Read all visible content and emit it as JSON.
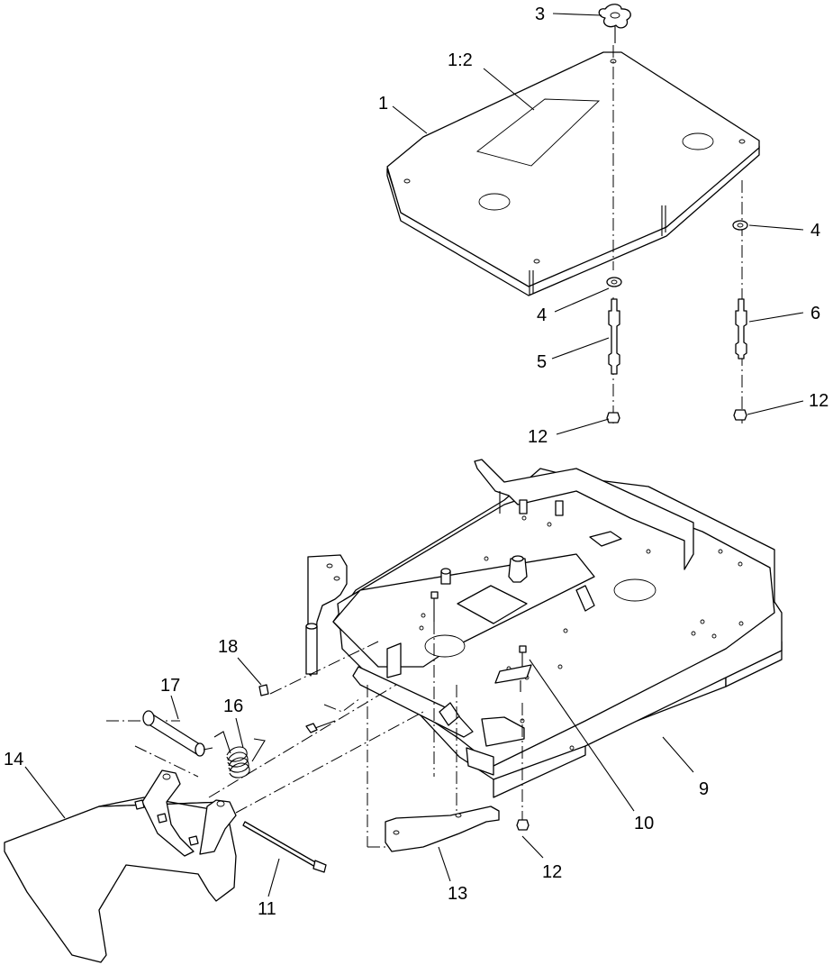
{
  "callouts": {
    "c1": "1",
    "c1_2": "1:2",
    "c3": "3",
    "c4a": "4",
    "c4b": "4",
    "c5": "5",
    "c6": "6",
    "c9": "9",
    "c10": "10",
    "c11": "11",
    "c12a": "12",
    "c12b": "12",
    "c12c": "12",
    "c13": "13",
    "c14": "14",
    "c16": "16",
    "c17": "17",
    "c18": "18"
  },
  "colors": {
    "line": "#000000",
    "panel_shade": "#d9d9d9",
    "background": "#ffffff"
  }
}
